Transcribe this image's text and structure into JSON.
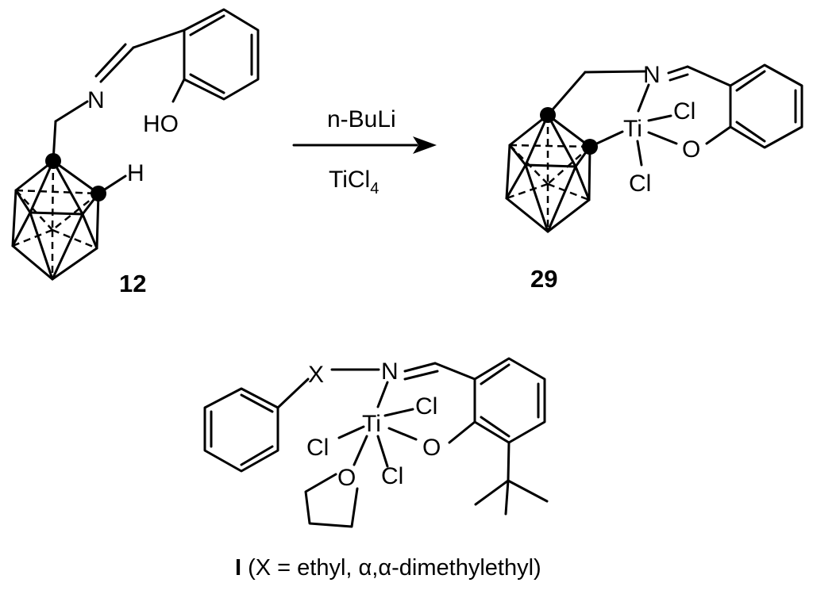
{
  "compound_12": {
    "label": "12",
    "atoms": {
      "n": "N",
      "ho": "HO",
      "h": "H"
    }
  },
  "reaction": {
    "reagent_top": "n-BuLi",
    "reagent_bottom_main": "TiCl",
    "reagent_bottom_sub": "4"
  },
  "compound_29": {
    "label": "29",
    "atoms": {
      "n": "N",
      "ti": "Ti",
      "cl1": "Cl",
      "o": "O",
      "cl2": "Cl"
    }
  },
  "compound_I": {
    "atoms": {
      "x": "X",
      "n": "N",
      "ti": "Ti",
      "cl_right": "Cl",
      "cl_left": "Cl",
      "o_phenoxy": "O",
      "o_thf": "O",
      "cl_bottom": "Cl"
    },
    "caption": {
      "label": "I",
      "text": " (X = ethyl, α,α-dimethylethyl)"
    }
  }
}
